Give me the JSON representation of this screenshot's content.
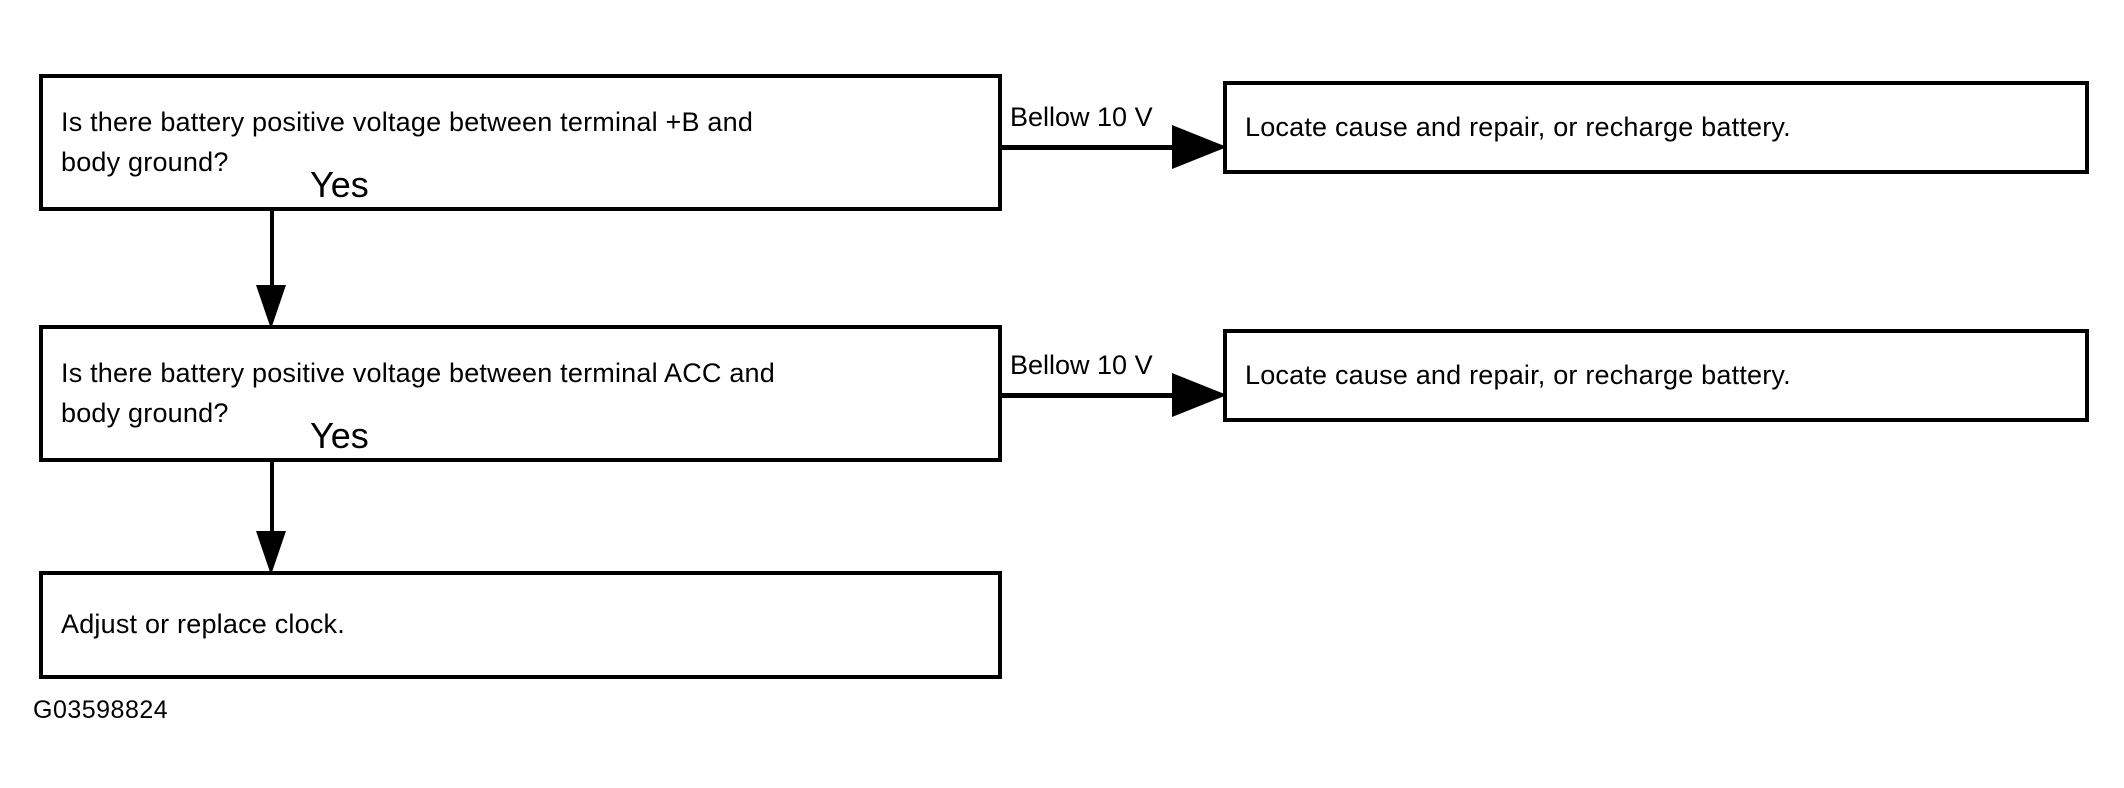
{
  "diagram": {
    "title": "Clock power supply circuit diagnostic flowchart",
    "figure_code": "G03598824",
    "colors": {
      "background": "#ffffff",
      "stroke": "#000000",
      "text": "#000000"
    },
    "nodes": [
      {
        "id": "q1",
        "type": "decision",
        "text": "Is there battery positive voltage between terminal +B and\nbody ground?"
      },
      {
        "id": "r1",
        "type": "action",
        "text": "Locate cause and repair, or recharge battery."
      },
      {
        "id": "q2",
        "type": "decision",
        "text": "Is there battery positive voltage between terminal ACC and\nbody ground?"
      },
      {
        "id": "r2",
        "type": "action",
        "text": "Locate cause and repair, or recharge battery."
      },
      {
        "id": "end",
        "type": "action",
        "text": "Adjust or replace clock."
      }
    ],
    "edges": [
      {
        "id": "e1",
        "from": "q1",
        "to": "q2",
        "label": "Yes",
        "direction": "down"
      },
      {
        "id": "e2",
        "from": "q1",
        "to": "r1",
        "label": "Bellow 10 V",
        "direction": "right"
      },
      {
        "id": "e3",
        "from": "q2",
        "to": "end",
        "label": "Yes",
        "direction": "down"
      },
      {
        "id": "e4",
        "from": "q2",
        "to": "r2",
        "label": "Bellow 10 V",
        "direction": "right"
      }
    ]
  }
}
